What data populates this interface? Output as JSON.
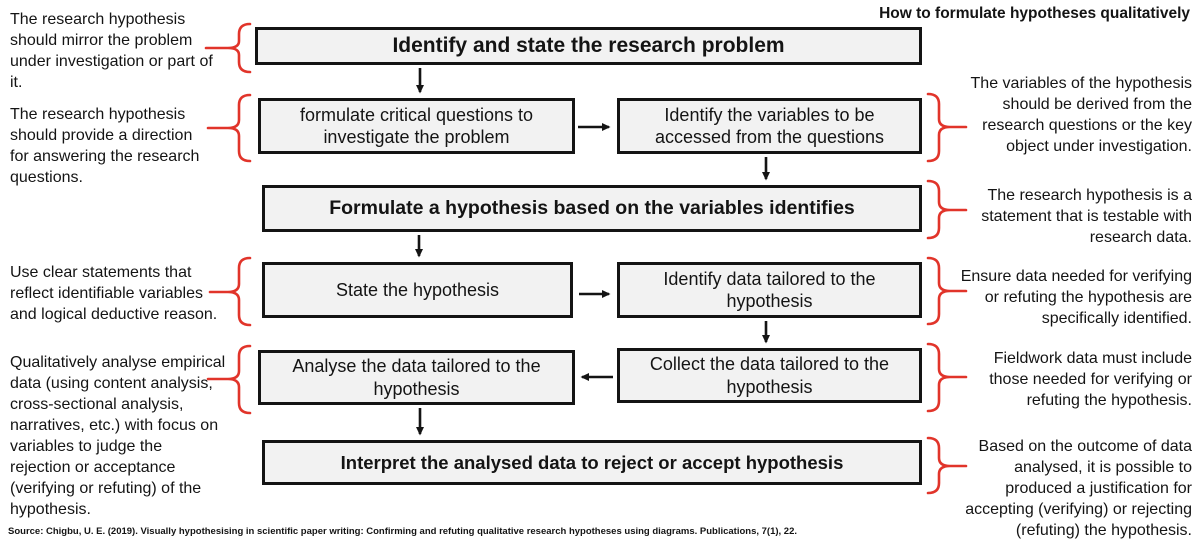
{
  "title": "How to formulate hypotheses qualitatively",
  "flowchart": {
    "steps": [
      {
        "id": "step-1",
        "label": "Identify and state the research problem"
      },
      {
        "id": "step-2",
        "label": "formulate critical questions to\ninvestigate the problem"
      },
      {
        "id": "step-3",
        "label": "Identify the variables to be\naccessed from the questions"
      },
      {
        "id": "step-4",
        "label": "Formulate a hypothesis based on the variables identifies"
      },
      {
        "id": "step-5",
        "label": "State the hypothesis"
      },
      {
        "id": "step-6",
        "label": "Identify data tailored to the\nhypothesis"
      },
      {
        "id": "step-7",
        "label": "Analyse the data tailored to the\nhypothesis"
      },
      {
        "id": "step-8",
        "label": "Collect the data tailored to the\nhypothesis"
      },
      {
        "id": "step-9",
        "label": "Interpret the analysed data to reject or accept hypothesis"
      }
    ]
  },
  "annotations": {
    "left": [
      "The research hypothesis\nshould mirror the problem\nunder investigation or part of\nit.",
      "The research hypothesis\nshould provide a direction\nfor answering the research\nquestions.",
      "Use clear statements that\nreflect identifiable variables\nand logical deductive reason.",
      "Qualitatively analyse empirical\ndata (using content analysis,\ncross-sectional analysis,\nnarratives, etc.) with focus on\nvariables to judge the\nrejection or acceptance\n(verifying or refuting) of the\nhypothesis."
    ],
    "right": [
      "The variables of the hypothesis\nshould be derived from the\nresearch questions or the key\nobject under investigation.",
      "The research hypothesis is a\nstatement that is testable with\nresearch data.",
      "Ensure data needed for verifying\nor refuting the hypothesis are\nspecifically identified.",
      "Fieldwork data must include\nthose needed for verifying or\nrefuting the hypothesis.",
      "Based on the outcome of data\nanalysed, it is possible to\nproduced a justification for\naccepting (verifying) or rejecting\n(refuting) the hypothesis."
    ]
  },
  "source": "Source: Chigbu, U. E. (2019). Visually hypothesising in scientific paper writing: Confirming and refuting qualitative research hypotheses using diagrams. Publications, 7(1), 22.",
  "colors": {
    "accent_red": "#e1342a",
    "box_fill": "#f2f2f2",
    "box_border": "#141414",
    "text": "#141414"
  }
}
